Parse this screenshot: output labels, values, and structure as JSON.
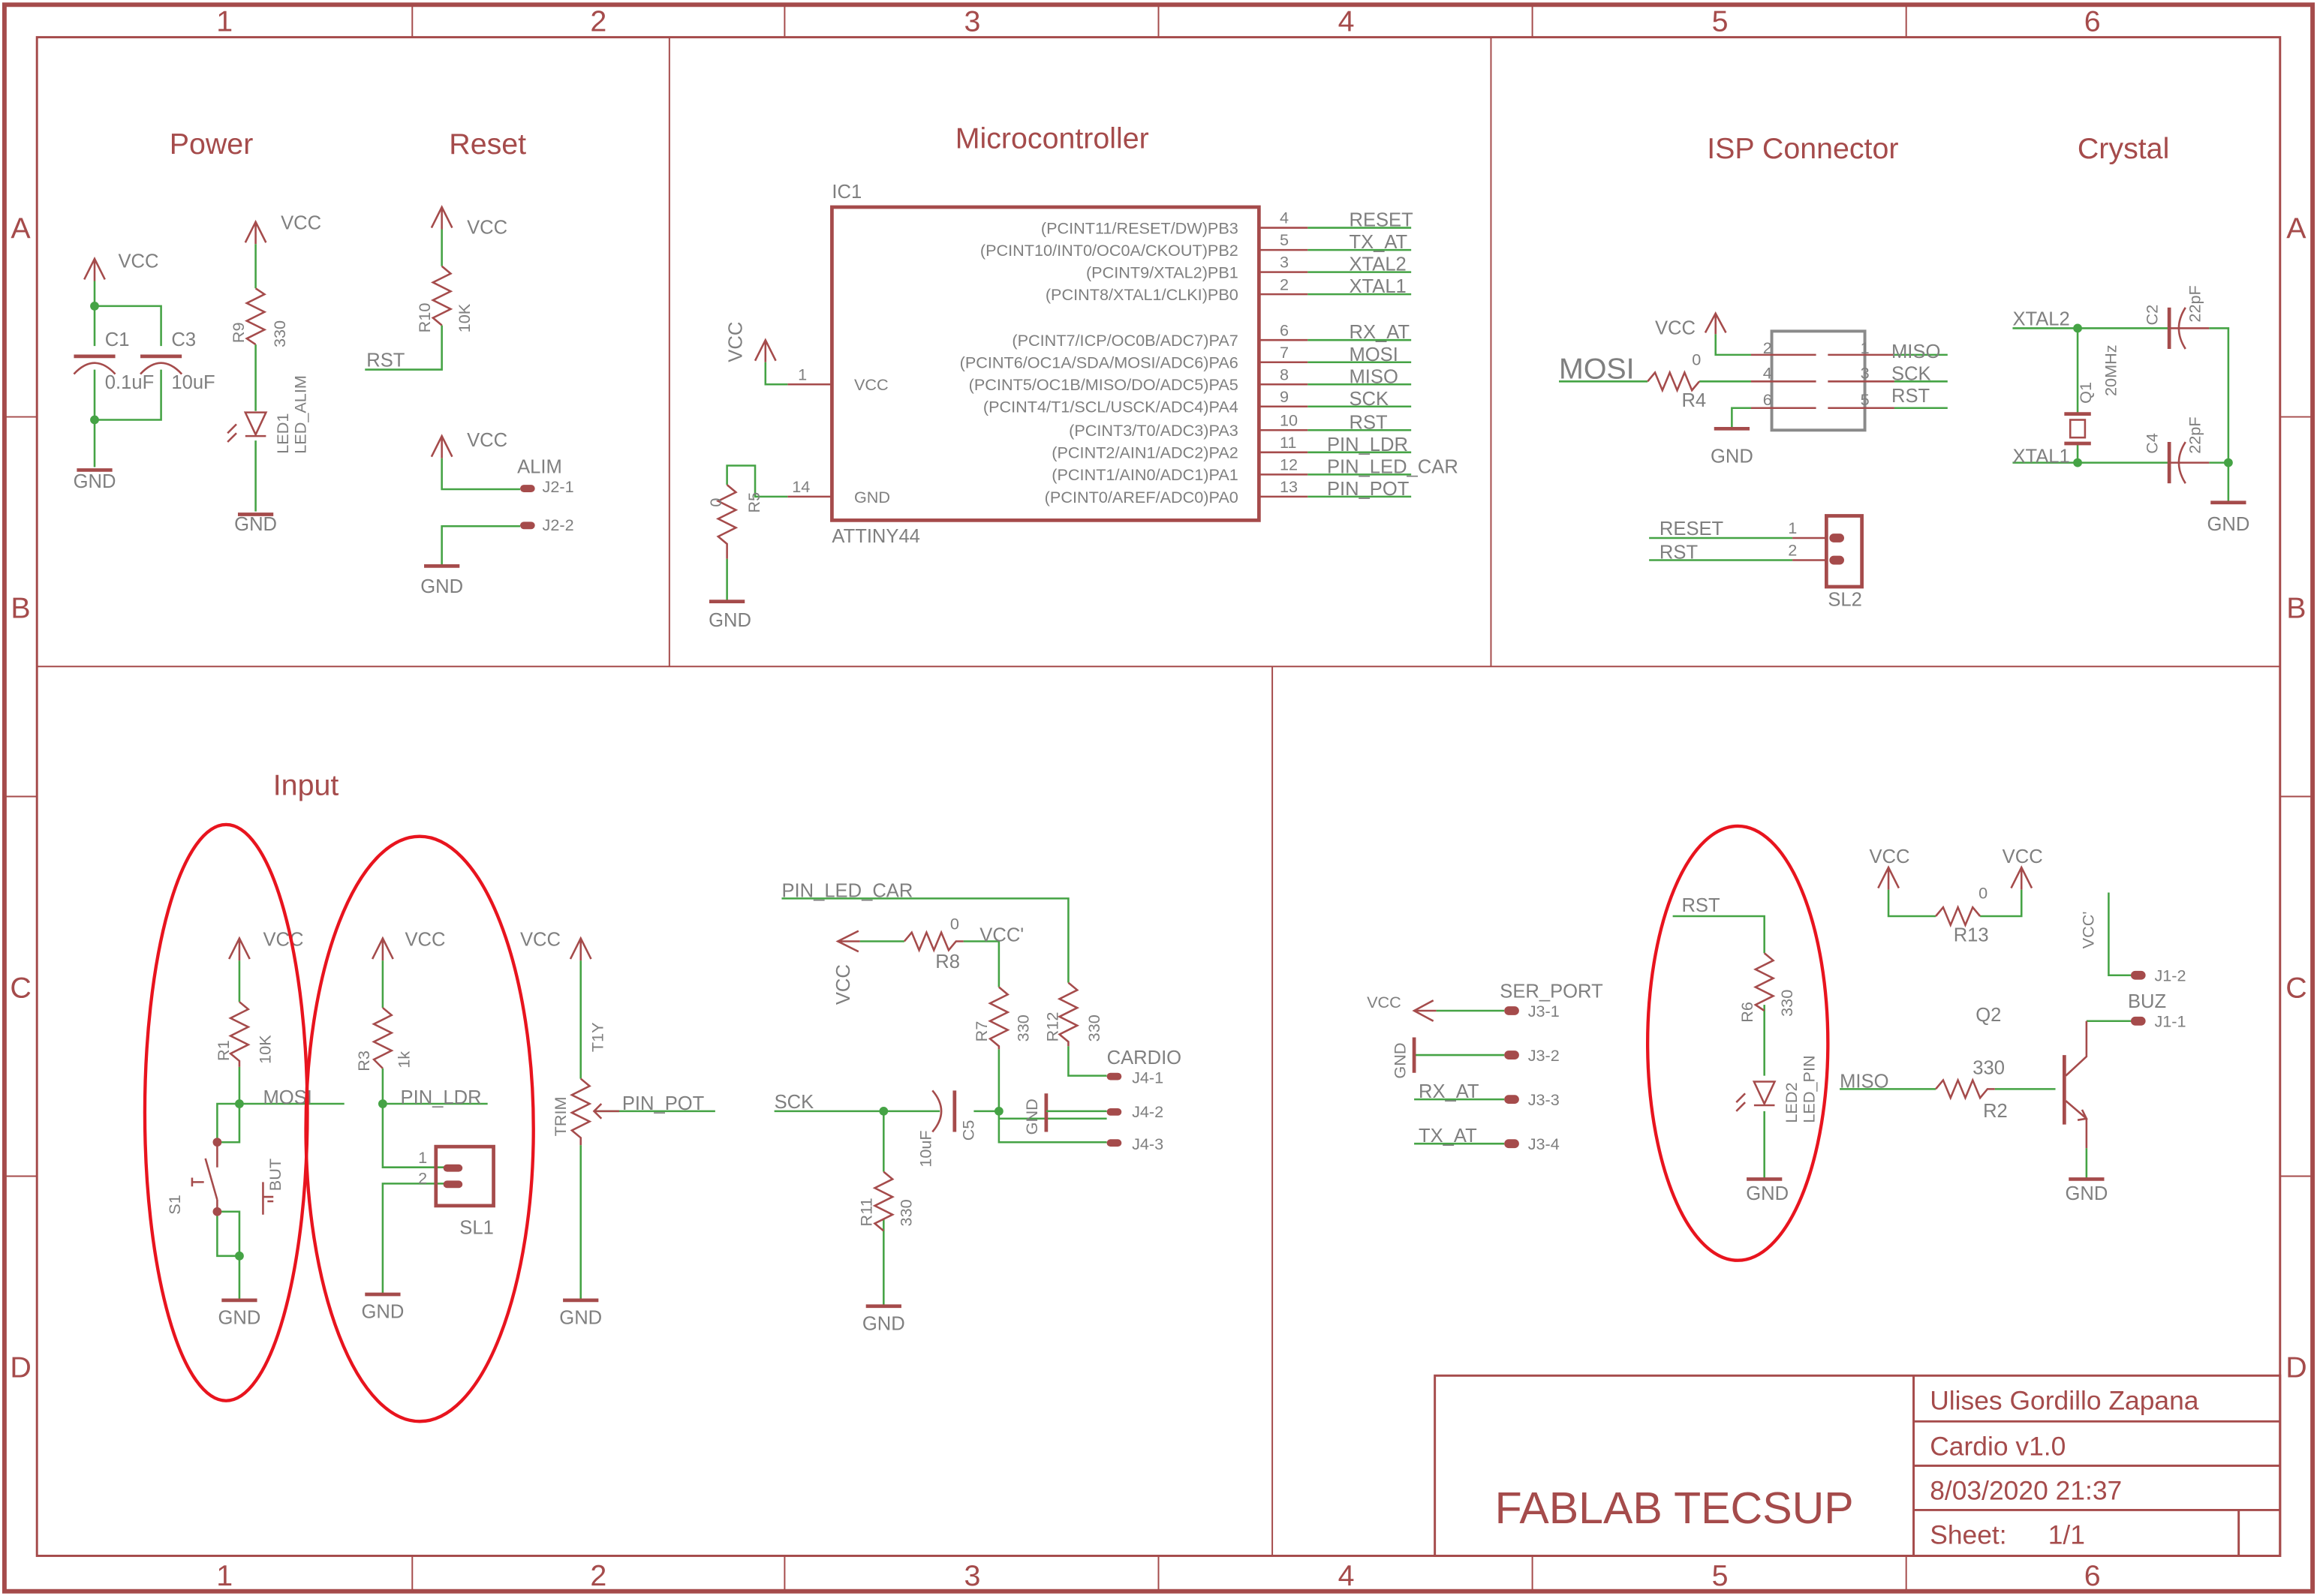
{
  "zones": {
    "columns": [
      "1",
      "2",
      "3",
      "4",
      "5",
      "6"
    ],
    "rows": [
      "A",
      "B",
      "C",
      "D"
    ]
  },
  "colors": {
    "frame": "#a54b4b",
    "net": "#45a345",
    "label": "#7f7f7f",
    "highlight_ellipse": "#e8141e"
  },
  "sections": {
    "power": "Power",
    "reset": "Reset",
    "microcontroller": "Microcontroller",
    "isp": "ISP Connector",
    "crystal": "Crystal",
    "input": "Input"
  },
  "common": {
    "vcc": "VCC",
    "gnd": "GND",
    "vcc_prime": "VCC'"
  },
  "power": {
    "c1_name": "C1",
    "c1_value": "0.1uF",
    "c3_name": "C3",
    "c3_value": "10uF",
    "r9_name": "R9",
    "r9_value": "330",
    "led1_name": "LED1",
    "led1_value": "LED_ALIM"
  },
  "reset": {
    "r10_name": "R10",
    "r10_value": "10K",
    "net_rst": "RST",
    "alim_label": "ALIM",
    "j2_1": "J2-1",
    "j2_2": "J2-2"
  },
  "mcu": {
    "ref": "IC1",
    "part": "ATTINY44",
    "vcc_pin_num": "1",
    "vcc_pin_name": "VCC",
    "gnd_pin_num": "14",
    "gnd_pin_name": "GND",
    "r5_name": "R5",
    "r5_value": "0",
    "pins": [
      {
        "label": "(PCINT11/RESET/DW)PB3",
        "num": "4",
        "net": "RESET"
      },
      {
        "label": "(PCINT10/INT0/OC0A/CKOUT)PB2",
        "num": "5",
        "net": "TX_AT"
      },
      {
        "label": "(PCINT9/XTAL2)PB1",
        "num": "3",
        "net": "XTAL2"
      },
      {
        "label": "(PCINT8/XTAL1/CLKI)PB0",
        "num": "2",
        "net": "XTAL1"
      },
      {
        "label": "(PCINT7/ICP/OC0B/ADC7)PA7",
        "num": "6",
        "net": "RX_AT"
      },
      {
        "label": "(PCINT6/OC1A/SDA/MOSI/ADC6)PA6",
        "num": "7",
        "net": "MOSI"
      },
      {
        "label": "(PCINT5/OC1B/MISO/DO/ADC5)PA5",
        "num": "8",
        "net": "MISO"
      },
      {
        "label": "(PCINT4/T1/SCL/USCK/ADC4)PA4",
        "num": "9",
        "net": "SCK"
      },
      {
        "label": "(PCINT3/T0/ADC3)PA3",
        "num": "10",
        "net": "RST"
      },
      {
        "label": "(PCINT2/AIN1/ADC2)PA2",
        "num": "11",
        "net": "PIN_LDR"
      },
      {
        "label": "(PCINT1/AIN0/ADC1)PA1",
        "num": "12",
        "net": "PIN_LED_CAR"
      },
      {
        "label": "(PCINT0/AREF/ADC0)PA0",
        "num": "13",
        "net": "PIN_POT"
      }
    ]
  },
  "isp": {
    "mosi": "MOSI",
    "r4_name": "R4",
    "r4_value": "0",
    "pins_left": [
      "2",
      "4",
      "6"
    ],
    "pins_right": [
      "1",
      "3",
      "5"
    ],
    "nets_right": [
      "MISO",
      "SCK",
      "RST"
    ],
    "sl2_name": "SL2",
    "sl2_nets": [
      "RESET",
      "RST"
    ],
    "sl2_pins": [
      "1",
      "2"
    ]
  },
  "crystal": {
    "xtal2": "XTAL2",
    "xtal1": "XTAL1",
    "c2_name": "C2",
    "c2_value": "22pF",
    "c4_name": "C4",
    "c4_value": "22pF",
    "q1_name": "Q1",
    "q1_value": "20MHz"
  },
  "input": {
    "r1_name": "R1",
    "r1_value": "10K",
    "net_mosi": "MOSI",
    "s1_name": "S1",
    "s1_value": "BUT",
    "r3_name": "R3",
    "r3_value": "1k",
    "net_pin_ldr": "PIN_LDR",
    "sl1_name": "SL1",
    "sl1_pins": [
      "1",
      "2"
    ],
    "trim_name": "T1Y",
    "trim_value": "TRIM",
    "net_pin_pot": "PIN_POT"
  },
  "cardio": {
    "net_pin_led_car": "PIN_LED_CAR",
    "r8_name": "R8",
    "r8_value": "0",
    "r7_name": "R7",
    "r7_value": "330",
    "r12_name": "R12",
    "r12_value": "330",
    "label": "CARDIO",
    "j4": [
      "J4-1",
      "J4-2",
      "J4-3"
    ],
    "net_sck": "SCK",
    "c5_name": "C5",
    "c5_value": "10uF",
    "r11_name": "R11",
    "r11_value": "330"
  },
  "serial": {
    "label": "SER_PORT",
    "j3": [
      "J3-1",
      "J3-2",
      "J3-3",
      "J3-4"
    ],
    "nets": [
      "RX_AT",
      "TX_AT"
    ]
  },
  "output": {
    "net_rst": "RST",
    "r6_name": "R6",
    "r6_value": "330",
    "led2_name": "LED2",
    "led2_value": "LED_PIN",
    "r13_name": "R13",
    "r13_value": "0",
    "q2_name": "Q2",
    "net_miso": "MISO",
    "r2_name": "R2",
    "r2_value": "330",
    "buz": "BUZ",
    "j1": [
      "J1-1",
      "J1-2"
    ]
  },
  "title_block": {
    "company": "FABLAB TECSUP",
    "author": "Ulises Gordillo Zapana",
    "project": "Cardio v1.0",
    "datetime": "8/03/2020 21:37",
    "sheet_label": "Sheet:",
    "sheet_value": "1/1"
  }
}
